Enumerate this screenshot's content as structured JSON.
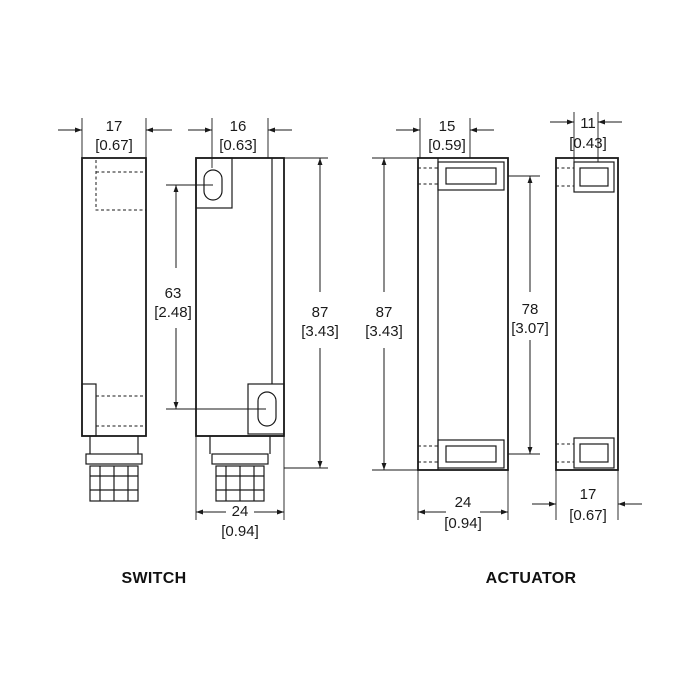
{
  "dimensions": {
    "switch_side_width": {
      "mm": "17",
      "in": "[0.67]"
    },
    "switch_front_width": {
      "mm": "16",
      "in": "[0.63]"
    },
    "switch_hole_spacing": {
      "mm": "63",
      "in": "[2.48]"
    },
    "switch_height": {
      "mm": "87",
      "in": "[3.43]"
    },
    "switch_base_width": {
      "mm": "24",
      "in": "[0.94]"
    },
    "actuator_height": {
      "mm": "87",
      "in": "[3.43]"
    },
    "actuator_slot_width": {
      "mm": "15",
      "in": "[0.59]"
    },
    "actuator_hole_spacing": {
      "mm": "78",
      "in": "[3.07]"
    },
    "actuator_width": {
      "mm": "24",
      "in": "[0.94]"
    },
    "actuator_side_slot": {
      "mm": "11",
      "in": "[0.43]"
    },
    "actuator_side_width": {
      "mm": "17",
      "in": "[0.67]"
    }
  },
  "captions": {
    "switch": "SWITCH",
    "actuator": "ACTUATOR"
  }
}
